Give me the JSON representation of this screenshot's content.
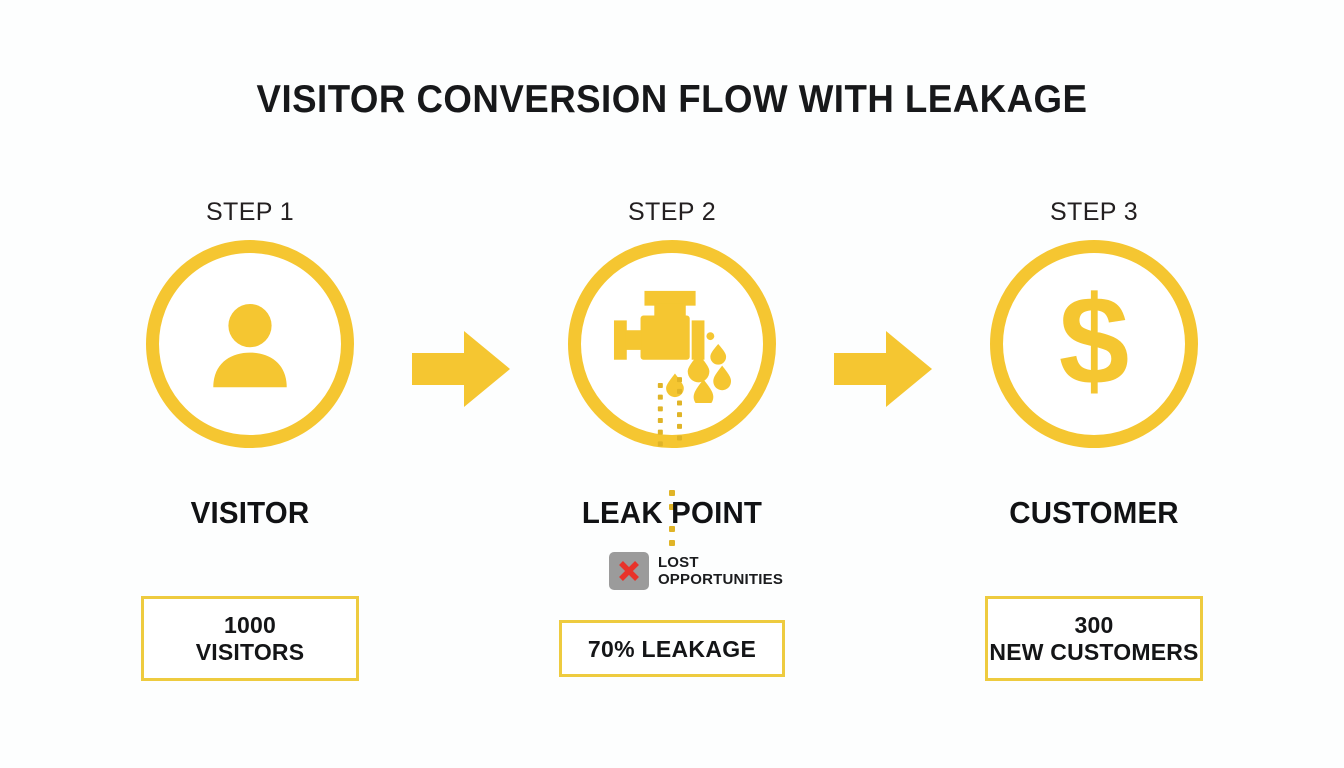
{
  "title": "VISITOR CONVERSION FLOW WITH LEAKAGE",
  "colors": {
    "accent_yellow": "#F5C631",
    "box_border": "#EECB3F",
    "text_dark": "#141517",
    "badge_gray": "#9B9B9B",
    "x_red": "#E8332A",
    "background": "#FDFEFE"
  },
  "steps": [
    {
      "step_label": "STEP 1",
      "name": "VISITOR",
      "icon": "person-icon",
      "metric_line_1": "1000",
      "metric_line_2": "VISITORS"
    },
    {
      "step_label": "STEP 2",
      "name": "LEAK POINT",
      "icon": "leaking-valve-icon",
      "metric_single": "70% LEAKAGE",
      "badge": {
        "icon": "x-mark-icon",
        "line_1": "LOST",
        "line_2": "OPPORTUNITIES"
      }
    },
    {
      "step_label": "STEP 3",
      "name": "CUSTOMER",
      "icon": "dollar-sign-icon",
      "metric_line_1": "300",
      "metric_line_2": "NEW CUSTOMERS"
    }
  ],
  "arrows": [
    {
      "name": "arrow-step1-to-step2",
      "direction": "right"
    },
    {
      "name": "arrow-step2-to-step3",
      "direction": "right"
    }
  ]
}
